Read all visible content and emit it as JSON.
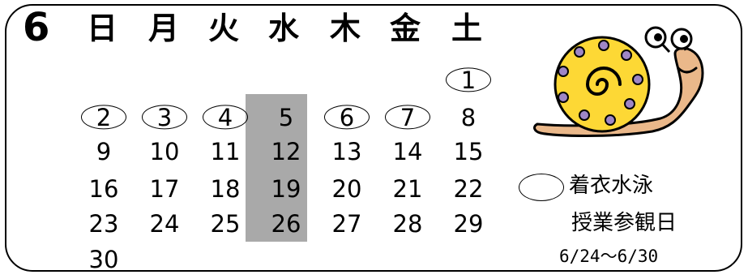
{
  "calendar": {
    "month": "6",
    "weekdays": [
      "日",
      "月",
      "火",
      "水",
      "木",
      "金",
      "土"
    ],
    "weeks": [
      [
        "",
        "",
        "",
        "",
        "",
        "",
        "1"
      ],
      [
        "2",
        "3",
        "4",
        "5",
        "6",
        "7",
        "8"
      ],
      [
        "9",
        "10",
        "11",
        "12",
        "13",
        "14",
        "15"
      ],
      [
        "16",
        "17",
        "18",
        "19",
        "20",
        "21",
        "22"
      ],
      [
        "23",
        "24",
        "25",
        "26",
        "27",
        "28",
        "29"
      ],
      [
        "30",
        "",
        "",
        "",
        "",
        "",
        ""
      ]
    ],
    "circled_days": [
      "1",
      "2",
      "3",
      "4",
      "6",
      "7"
    ],
    "highlighted_weekday": "水",
    "highlight_color": "#a9a9a9"
  },
  "legend": {
    "swimming_line1": "着衣水泳",
    "visit_day": "授業参観日",
    "visit_range": "6/24〜6/30"
  },
  "illustration": {
    "icon": "snail-icon",
    "shell_color": "#fdd835",
    "spot_color": "#9e86c6",
    "body_color": "#eab88a"
  }
}
